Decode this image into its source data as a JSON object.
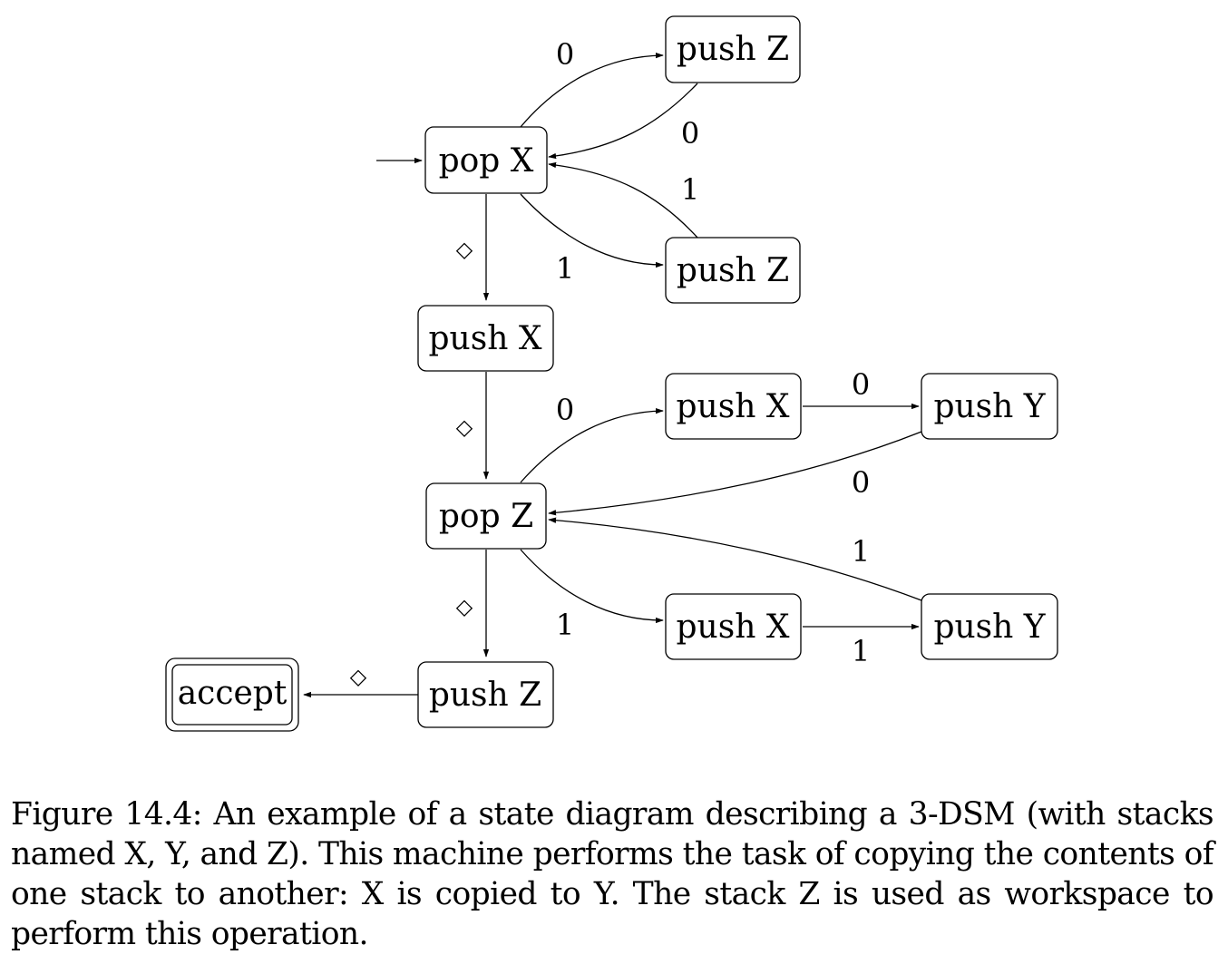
{
  "states": {
    "pop_x": "pop X",
    "push_z_top": "push Z",
    "push_z_mid": "push Z",
    "push_x_1": "push X",
    "push_x_upper": "push X",
    "push_y_upper": "push Y",
    "pop_z": "pop Z",
    "push_x_lower": "push X",
    "push_y_lower": "push Y",
    "push_z_bottom": "push Z",
    "accept": "accept"
  },
  "edges": {
    "popx_to_pushz_top": "0",
    "pushz_top_to_popx": "0",
    "pushz_mid_to_popx": "1",
    "popx_to_pushz_mid": "1",
    "popx_to_pushx": "◇",
    "pushx_to_popz": "◇",
    "popz_to_pushx_upper": "0",
    "pushx_upper_to_pushy_upper": "0",
    "pushy_upper_to_popz": "0",
    "pushy_lower_to_popz": "1",
    "popz_to_pushx_lower": "1",
    "pushx_lower_to_pushy_lower": "1",
    "popz_to_pushz_bottom": "◇",
    "pushz_bottom_to_accept": "◇"
  },
  "caption": "Figure 14.4: An example of a state diagram describing a 3-DSM (with stacks named X, Y, and Z). This machine performs the task of copying the contents of one stack to another: X is copied to Y. The stack Z is used as workspace to perform this operation."
}
